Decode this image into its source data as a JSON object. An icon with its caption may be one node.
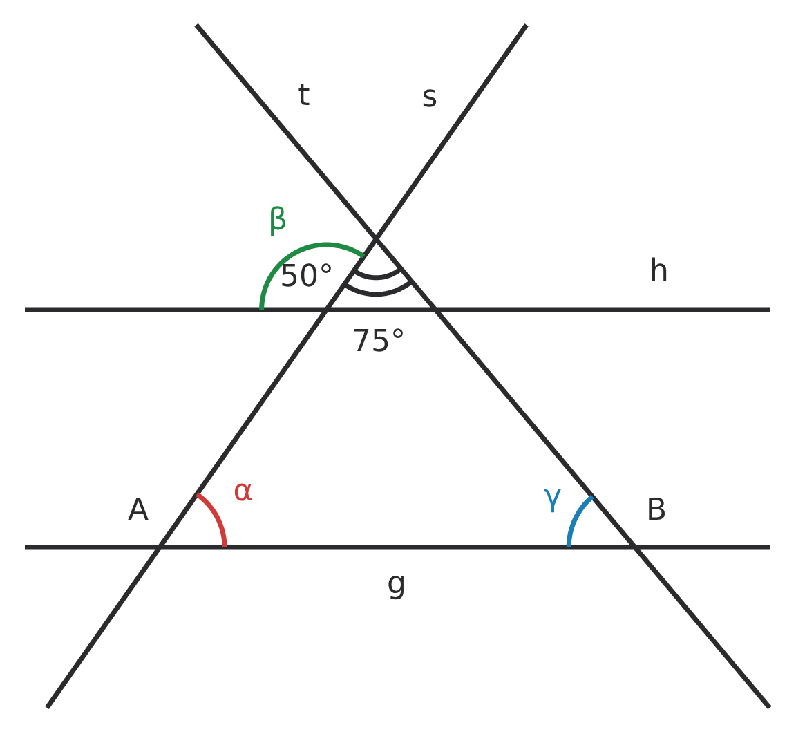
{
  "diagram": {
    "labels": [
      "t",
      "s",
      "β",
      "50°",
      "h",
      "75°",
      "A",
      "α",
      "γ",
      "B",
      "g"
    ]
  }
}
